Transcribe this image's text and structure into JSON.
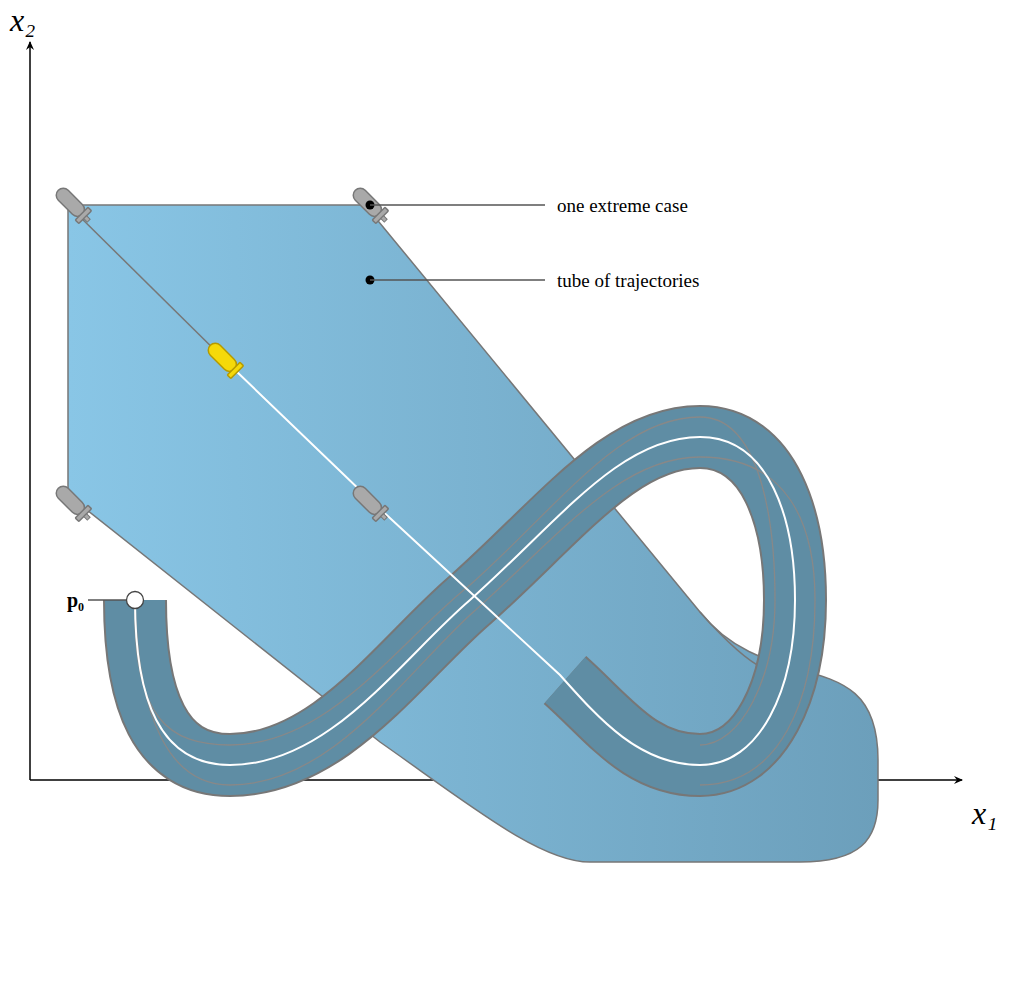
{
  "diagram": {
    "labels": [
      "x₂",
      "x₁",
      "one extreme case",
      "tube of trajectories",
      "p₀"
    ]
  }
}
